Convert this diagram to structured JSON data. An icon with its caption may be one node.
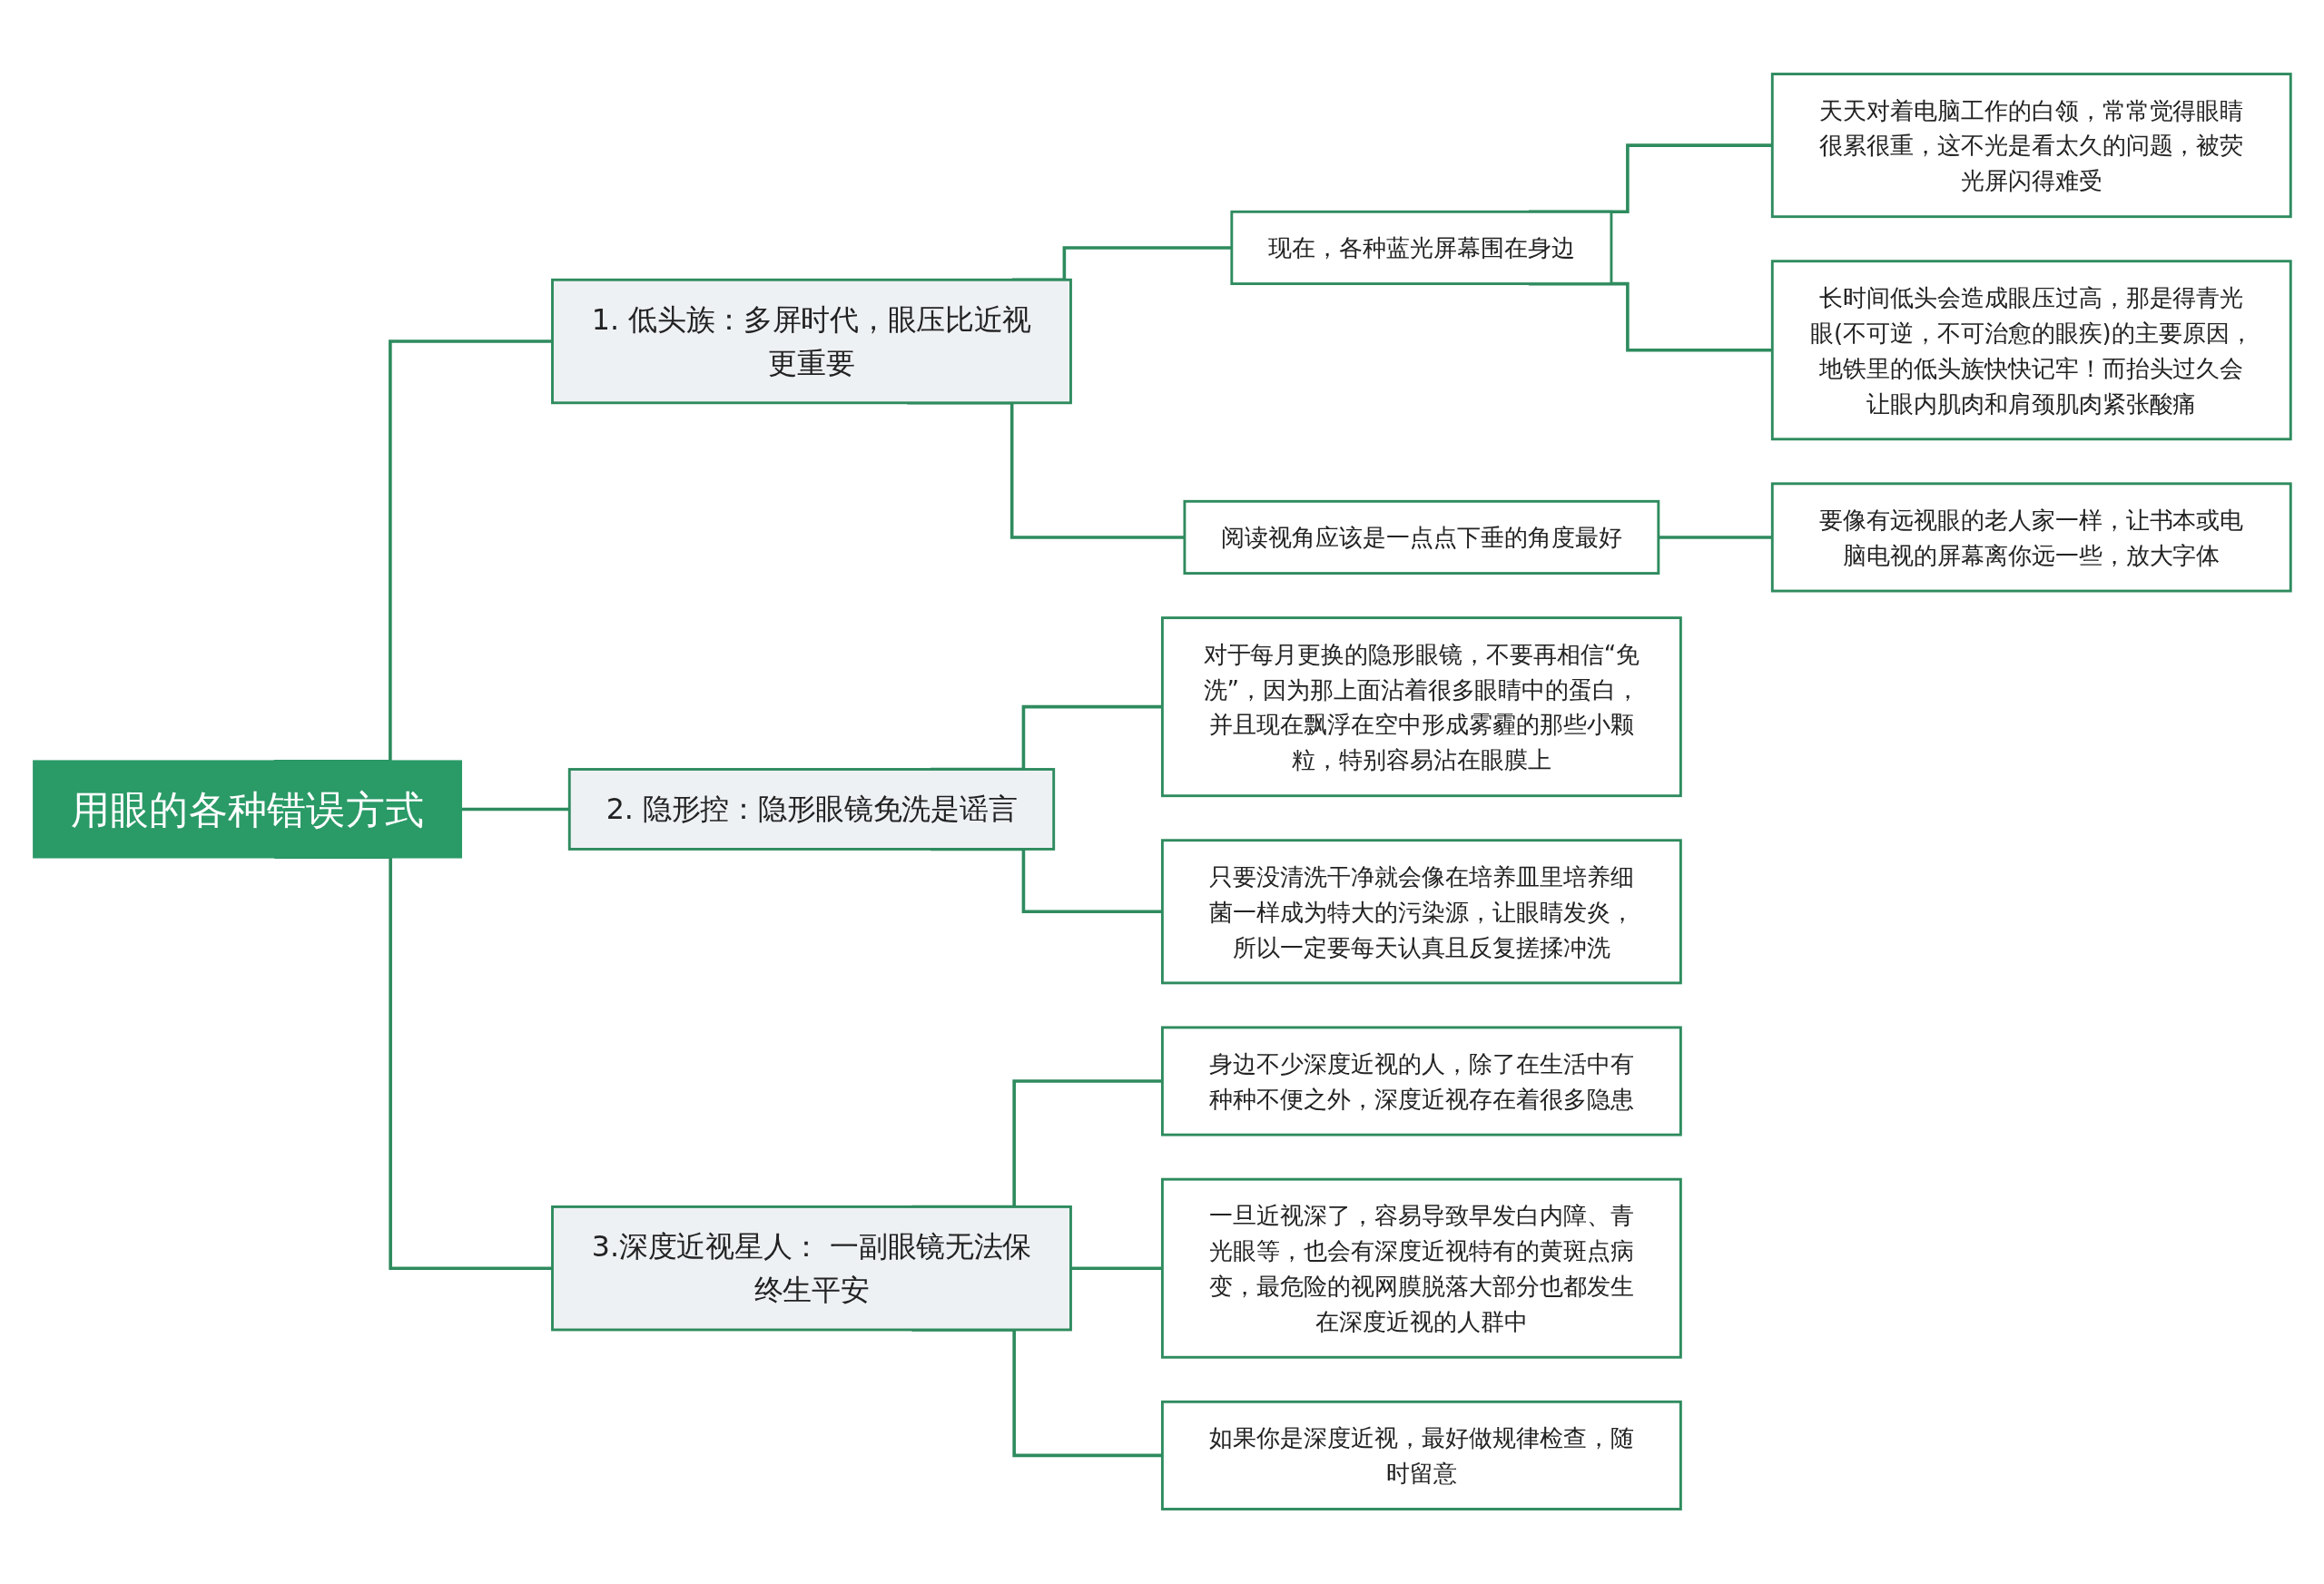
{
  "diagram": {
    "nodes": [
      {
        "text": [
          "用眼的各种错误方式"
        ]
      },
      {
        "text": [
          "1. 低头族：多屏时代，眼压比近视更重要"
        ]
      },
      {
        "text": [
          "现在，各种蓝光屏幕围在身边"
        ]
      },
      {
        "text": [
          "天天对着电脑工作的白领，常常觉得眼睛很累很重，这不光是看太久的问题，被荧光屏闪得难受"
        ]
      },
      {
        "text": [
          "长时间低头会造成眼压过高，那是得青光眼(不可逆，不可治愈的眼疾)的主要原因，地铁里的低头族快快记牢！而抬头过久会让眼内肌肉和肩颈肌肉紧张酸痛"
        ]
      },
      {
        "text": [
          "阅读视角应该是一点点下垂的角度最好"
        ]
      },
      {
        "text": [
          "要像有远视眼的老人家一样，让书本或电脑电视的屏幕离你远一些，放大字体"
        ]
      },
      {
        "text": [
          "2. 隐形控：隐形眼镜免洗是谣言"
        ]
      },
      {
        "text": [
          "对于每月更换的隐形眼镜，不要再相信“免洗”，因为那上面沾着很多眼睛中的蛋白，并且现在飘浮在空中形成雾霾的那些小颗粒，特别容易沾在眼膜上"
        ]
      },
      {
        "text": [
          "只要没清洗干净就会像在培养皿里培养细菌一样成为特大的污染源，让眼睛发炎，所以一定要每天认真且反复搓揉冲洗"
        ]
      },
      {
        "text": [
          "3.深度近视星人： 一副眼镜无法保终生平安"
        ]
      },
      {
        "text": [
          "身边不少深度近视的人，除了在生活中有种种不便之外，深度近视存在着很多隐患"
        ]
      },
      {
        "text": [
          "一旦近视深了，容易导致早发白内障、青光眼等，也会有深度近视特有的黄斑点病变，最危险的视网膜脱落大部分也都发生在深度近视的人群中"
        ]
      },
      {
        "text": [
          "如果你是深度近视，最好做规律检查，随时留意"
        ]
      }
    ],
    "edges": [
      {
        "from": 0,
        "to": 1,
        "arrow": "none"
      },
      {
        "from": 1,
        "to": 2,
        "arrow": "none"
      },
      {
        "from": 2,
        "to": 3,
        "arrow": "none"
      },
      {
        "from": 2,
        "to": 4,
        "arrow": "none"
      },
      {
        "from": 1,
        "to": 5,
        "arrow": "none"
      },
      {
        "from": 5,
        "to": 6,
        "arrow": "none"
      },
      {
        "from": 0,
        "to": 7,
        "arrow": "none"
      },
      {
        "from": 7,
        "to": 8,
        "arrow": "none"
      },
      {
        "from": 7,
        "to": 9,
        "arrow": "none"
      },
      {
        "from": 0,
        "to": 10,
        "arrow": "none"
      },
      {
        "from": 10,
        "to": 11,
        "arrow": "none"
      },
      {
        "from": 10,
        "to": 12,
        "arrow": "none"
      },
      {
        "from": 10,
        "to": 13,
        "arrow": "none"
      }
    ]
  }
}
